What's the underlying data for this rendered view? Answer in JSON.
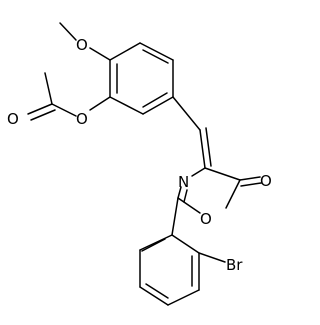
{
  "atoms": {
    "o_methoxy": "O",
    "o_ester": "O",
    "o_carbonyl_acetyl": "O",
    "n_ring": "N",
    "o_ring": "O",
    "o_lactone_carbonyl": "O",
    "br": "Br"
  },
  "colors": {
    "bond": "#000000",
    "text": "#000000",
    "background": "#ffffff"
  }
}
